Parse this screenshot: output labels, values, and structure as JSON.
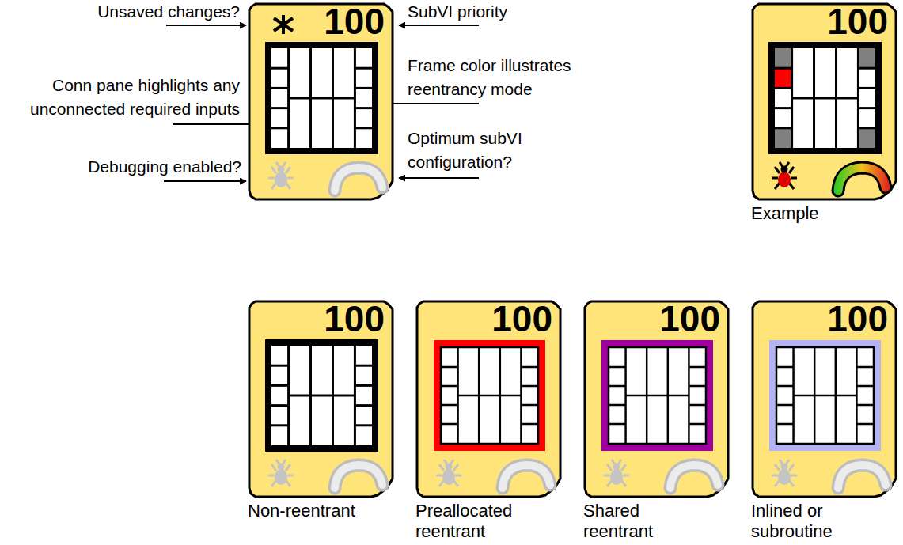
{
  "diagram": {
    "nodes": [
      {
        "text": [
          "100"
        ]
      },
      {
        "text": [
          "100",
          "Example"
        ]
      },
      {
        "text": [
          "100",
          "Non-reentrant"
        ]
      },
      {
        "text": [
          "100",
          "Preallocated reentrant"
        ]
      },
      {
        "text": [
          "100",
          "Shared reentrant"
        ]
      },
      {
        "text": [
          "100",
          "Inlined or subroutine"
        ]
      }
    ],
    "labels": [
      "Unsaved changes?",
      "SubVI priority",
      "Frame color illustrates reentrancy mode",
      "Conn pane highlights any unconnected required inputs",
      "Optimum subVI configuration?",
      "Debugging enabled?"
    ]
  }
}
